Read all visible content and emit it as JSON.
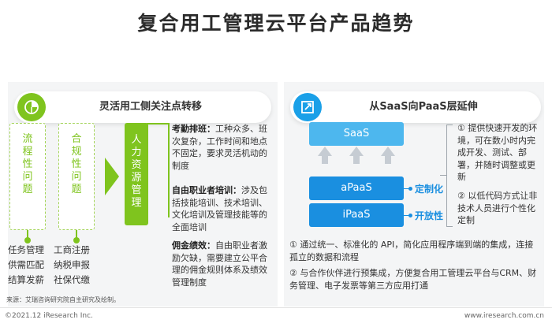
{
  "title": "复合用工管理云平台产品趋势",
  "left": {
    "header": "灵活用工侧关注点转移",
    "columns": [
      {
        "label": "流程性问题",
        "items": [
          "任务管理",
          "供需匹配",
          "结算发薪"
        ]
      },
      {
        "label": "合规性问题",
        "items": [
          "工商注册",
          "纳税申报",
          "社保代缴"
        ]
      },
      {
        "label": "人力资源管理"
      }
    ],
    "details": [
      {
        "head": "考勤排班：",
        "text": "工种众多、班次复杂，工作时间和地点不固定，要求灵活机动的制度"
      },
      {
        "head": "自由职业者培训：",
        "text": "涉及包括技能培训、技术培训、文化培训及管理技能等的全面培训"
      },
      {
        "head": "佣金绩效：",
        "text": "自由职业者激励欠缺，需要建立公平合理的佣金规则体系及绩效管理制度"
      }
    ]
  },
  "right": {
    "header": "从SaaS向PaaS层延伸",
    "saas": "SaaS",
    "apaas": "aPaaS",
    "ipaas": "iPaaS",
    "tag_apaas": "定制化",
    "tag_ipaas": "开放性",
    "note1": "① 提供快速开发的环境，可在数小时内完成开发、测试、部署，并随时调整或更新",
    "note2": "② 以低代码方式让非技术人员进行个性化定制",
    "bottom1": "① 通过统一、标准化的 API，简化应用程序端到端的集成，连接孤立的数据和流程",
    "bottom2": "② 与合作伙伴进行预集成，方便复合用工管理云平台与CRM、财务管理、电子发票等第三方应用打通"
  },
  "source": "来源：艾瑞咨询研究院自主研究及绘制。",
  "copyright": "©2021.12 iResearch Inc.",
  "website": "www.iresearch.com.cn",
  "colors": {
    "green": "#7fc41e",
    "blue": "#1a8fe0",
    "light_blue": "#4db7ee"
  }
}
